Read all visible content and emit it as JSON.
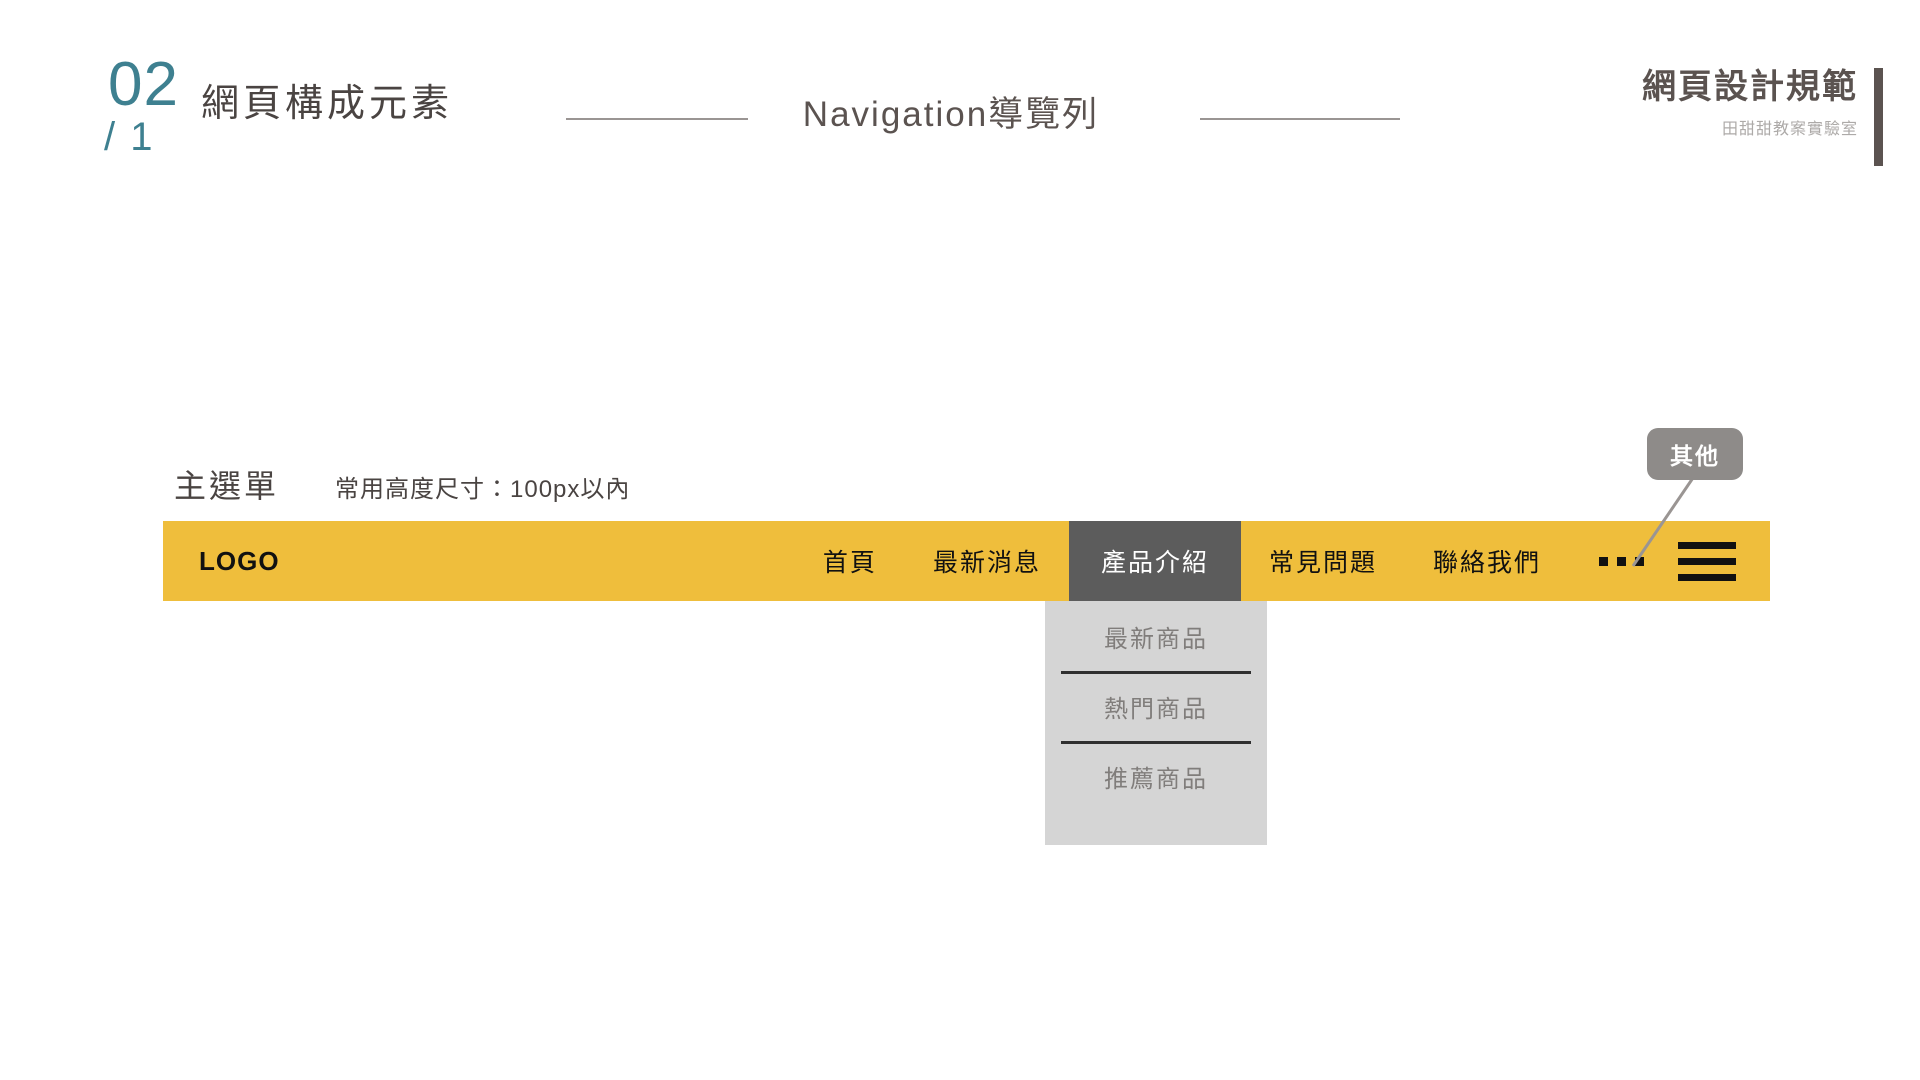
{
  "header": {
    "section_number": "02",
    "section_index": "/ 1",
    "section_title": "網頁構成元素",
    "center_title": "Navigation導覽列",
    "brand_title": "網頁設計規範",
    "brand_subtitle": "田甜甜教案實驗室",
    "accent_color": "#3e8090",
    "text_color": "#4a4442"
  },
  "caption": {
    "label": "主選單",
    "note": "常用高度尺寸：100px以內"
  },
  "navbar": {
    "background_color": "#efbe3c",
    "active_color": "#5c5c5c",
    "logo": "LOGO",
    "items": [
      {
        "label": "首頁",
        "active": false
      },
      {
        "label": "最新消息",
        "active": false
      },
      {
        "label": "產品介紹",
        "active": true
      },
      {
        "label": "常見問題",
        "active": false
      },
      {
        "label": "聯絡我們",
        "active": false
      }
    ],
    "ellipsis_icon": "ellipsis-icon",
    "hamburger_icon": "hamburger-menu-icon"
  },
  "dropdown": {
    "background_color": "#d5d5d5",
    "text_color": "#807d7b",
    "items": [
      {
        "label": "最新商品"
      },
      {
        "label": "熱門商品"
      },
      {
        "label": "推薦商品"
      }
    ]
  },
  "callout": {
    "label": "其他",
    "background_color": "#8e8b89",
    "text_color": "#ffffff"
  }
}
